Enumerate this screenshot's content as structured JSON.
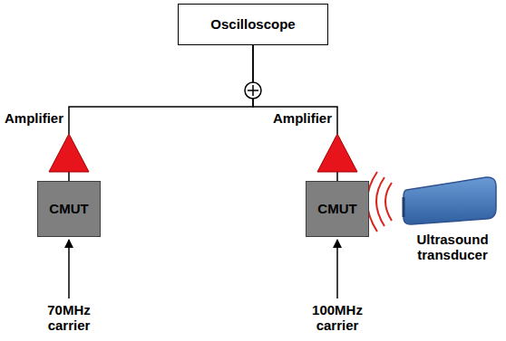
{
  "diagram": {
    "nodes": [
      {
        "text": [
          "Oscilloscope"
        ]
      },
      {
        "text": [
          "Amplifier"
        ]
      },
      {
        "text": [
          "Amplifier"
        ]
      },
      {
        "text": [
          "CMUT"
        ]
      },
      {
        "text": [
          "CMUT"
        ]
      },
      {
        "text": [
          "Ultrasound transducer"
        ]
      }
    ],
    "edges": [
      {
        "from": 1,
        "to": 0,
        "arrow": "none"
      },
      {
        "from": 2,
        "to": 0,
        "arrow": "none"
      },
      {
        "from": 3,
        "to": 1,
        "arrow": "none"
      },
      {
        "from": 4,
        "to": 2,
        "arrow": "none"
      }
    ],
    "labels": [
      "70MHz carrier",
      "100MHz carrier"
    ]
  }
}
